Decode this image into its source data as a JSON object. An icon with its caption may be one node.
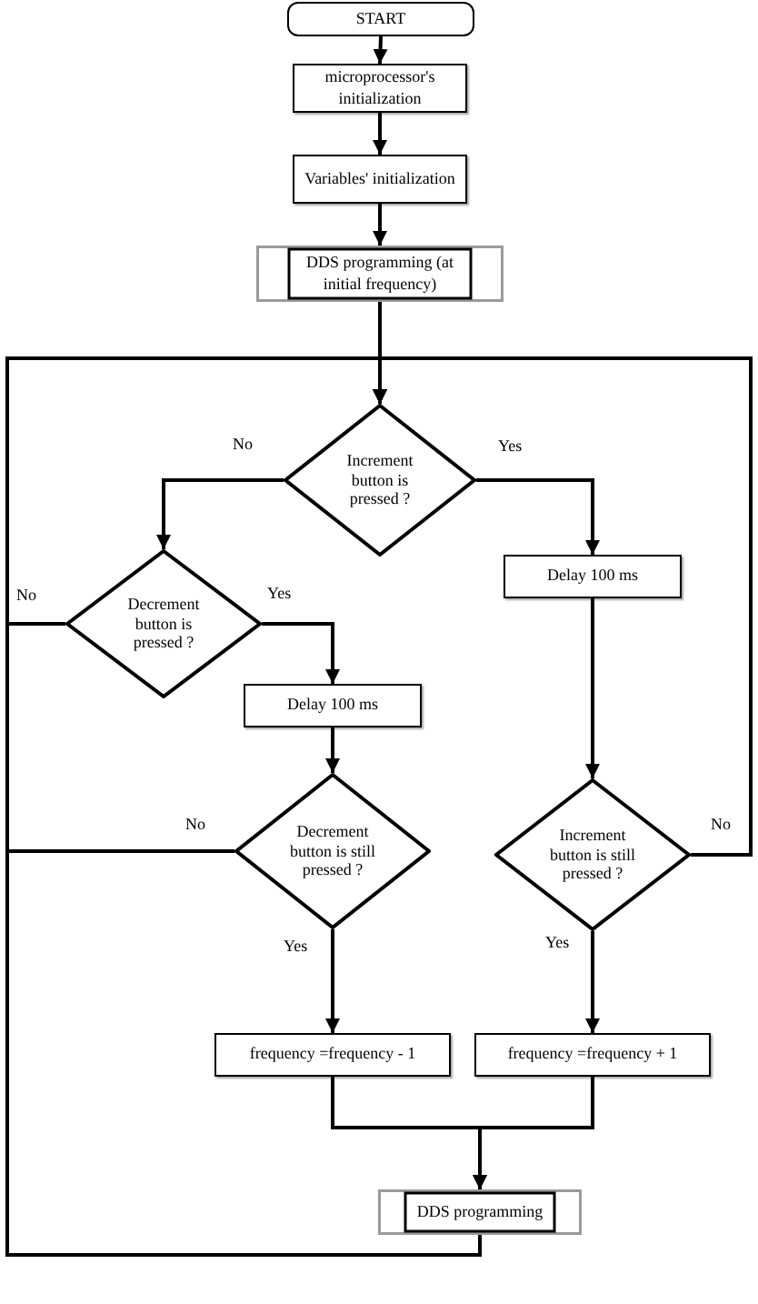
{
  "diagram": {
    "nodes": [
      {
        "text": [
          "START"
        ]
      },
      {
        "text": [
          "microprocessor's initialization"
        ]
      },
      {
        "text": [
          "Variables' initialization"
        ]
      },
      {
        "text": [
          "DDS programming (at initial frequency)"
        ]
      },
      {
        "text": [
          "Increment button is pressed ?"
        ]
      },
      {
        "text": [
          "Decrement button is pressed ?"
        ]
      },
      {
        "text": [
          "Delay 100 ms"
        ]
      },
      {
        "text": [
          "Delay 100 ms"
        ]
      },
      {
        "text": [
          "Decrement button is still pressed ?"
        ]
      },
      {
        "text": [
          "Increment button is still pressed ?"
        ]
      },
      {
        "text": [
          "frequency =frequency - 1"
        ]
      },
      {
        "text": [
          "frequency =frequency + 1"
        ]
      },
      {
        "text": [
          "DDS programming"
        ]
      }
    ],
    "edges": [
      {
        "from": 0,
        "to": 1,
        "arrow": "to"
      },
      {
        "from": 1,
        "to": 2,
        "arrow": "to"
      },
      {
        "from": 2,
        "to": 3,
        "arrow": "to"
      },
      {
        "from": 3,
        "to": 4,
        "arrow": "to"
      },
      {
        "from": 4,
        "to": 5,
        "arrow": "to",
        "label": "No"
      },
      {
        "from": 4,
        "to": 6,
        "arrow": "to",
        "label": "Yes"
      },
      {
        "from": 5,
        "to": 7,
        "arrow": "to",
        "label": "Yes"
      },
      {
        "from": 5,
        "to": 4,
        "arrow": "to",
        "label": "No"
      },
      {
        "from": 6,
        "to": 9,
        "arrow": "to"
      },
      {
        "from": 7,
        "to": 8,
        "arrow": "to"
      },
      {
        "from": 8,
        "to": 4,
        "arrow": "to",
        "label": "No"
      },
      {
        "from": 8,
        "to": 10,
        "arrow": "to",
        "label": "Yes"
      },
      {
        "from": 9,
        "to": 4,
        "arrow": "to",
        "label": "No"
      },
      {
        "from": 9,
        "to": 11,
        "arrow": "to",
        "label": "Yes"
      },
      {
        "from": 10,
        "to": 12,
        "arrow": "to"
      },
      {
        "from": 11,
        "to": 12,
        "arrow": "to"
      },
      {
        "from": 12,
        "to": 4,
        "arrow": "to"
      }
    ]
  }
}
